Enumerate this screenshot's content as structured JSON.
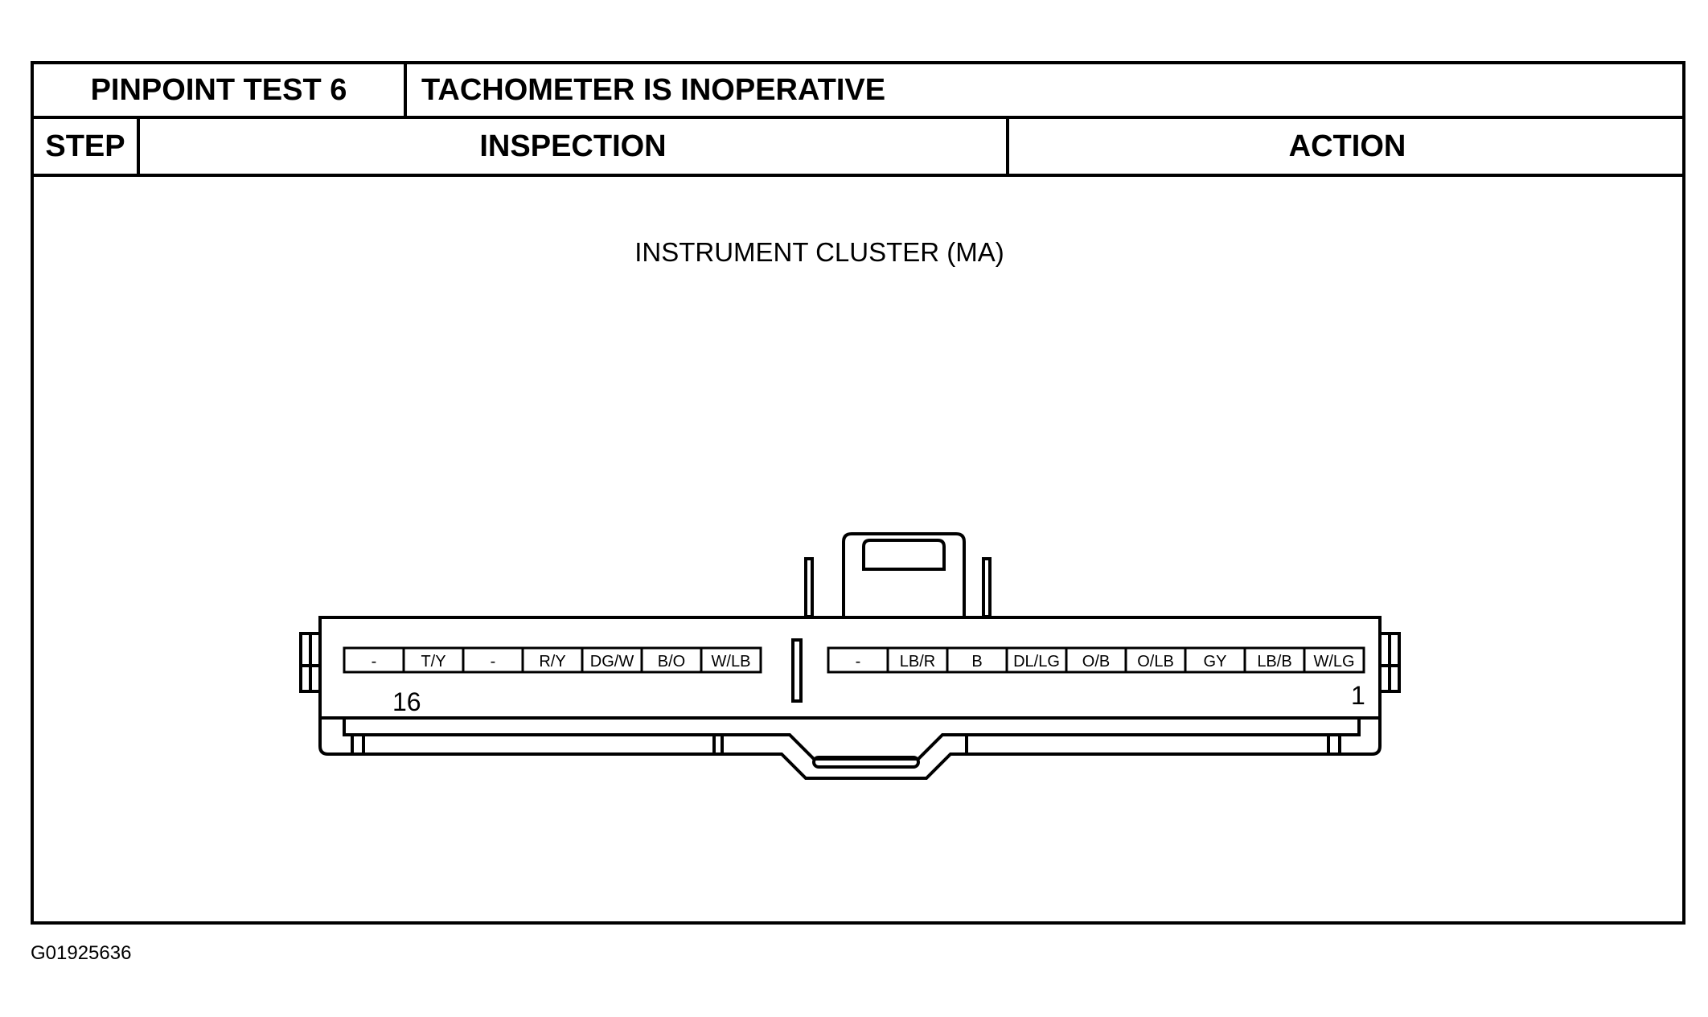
{
  "header": {
    "test_label": "PINPOINT TEST 6",
    "test_title": "TACHOMETER IS INOPERATIVE"
  },
  "columns": {
    "step": "STEP",
    "inspection": "INSPECTION",
    "action": "ACTION"
  },
  "figure": {
    "caption": "INSTRUMENT CLUSTER (MA)",
    "connector": {
      "left_pins": [
        "-",
        "T/Y",
        "-",
        "R/Y",
        "DG/W",
        "B/O",
        "W/LB"
      ],
      "right_pins": [
        "-",
        "LB/R",
        "B",
        "DL/LG",
        "O/B",
        "O/LB",
        "GY",
        "LB/B",
        "W/LG"
      ],
      "pin_start_label": "16",
      "pin_end_label": "1"
    },
    "figure_id": "G01925636"
  }
}
